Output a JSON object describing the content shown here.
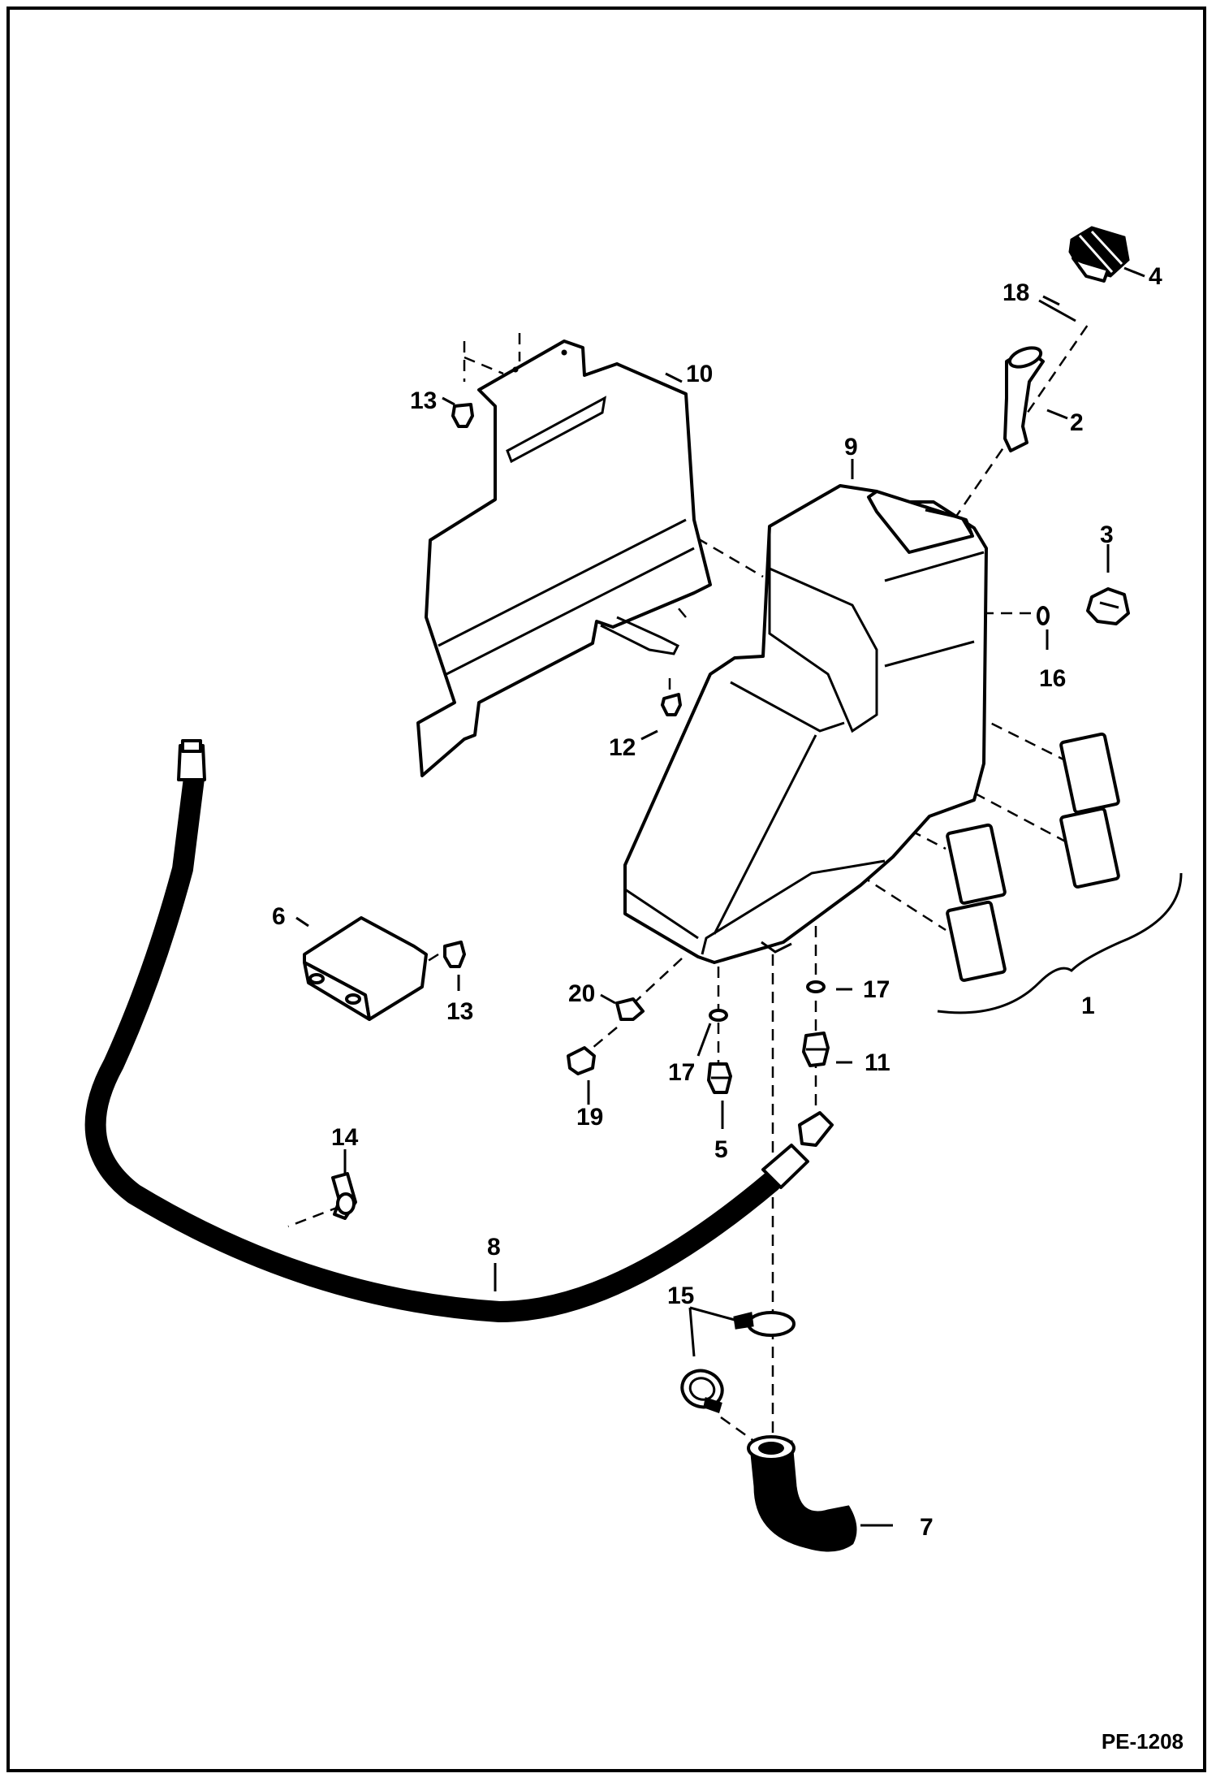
{
  "figure_id": "PE-1208",
  "callouts": [
    {
      "id": "c1",
      "label": "1"
    },
    {
      "id": "c2",
      "label": "2"
    },
    {
      "id": "c3",
      "label": "3"
    },
    {
      "id": "c4",
      "label": "4"
    },
    {
      "id": "c5",
      "label": "5"
    },
    {
      "id": "c6",
      "label": "6"
    },
    {
      "id": "c7",
      "label": "7"
    },
    {
      "id": "c8",
      "label": "8"
    },
    {
      "id": "c9",
      "label": "9"
    },
    {
      "id": "c10",
      "label": "10"
    },
    {
      "id": "c11",
      "label": "11"
    },
    {
      "id": "c12",
      "label": "12"
    },
    {
      "id": "c13a",
      "label": "13"
    },
    {
      "id": "c13b",
      "label": "13"
    },
    {
      "id": "c14",
      "label": "14"
    },
    {
      "id": "c15",
      "label": "15"
    },
    {
      "id": "c16",
      "label": "16"
    },
    {
      "id": "c17a",
      "label": "17"
    },
    {
      "id": "c17b",
      "label": "17"
    },
    {
      "id": "c18",
      "label": "18"
    },
    {
      "id": "c19",
      "label": "19"
    },
    {
      "id": "c20",
      "label": "20"
    }
  ]
}
